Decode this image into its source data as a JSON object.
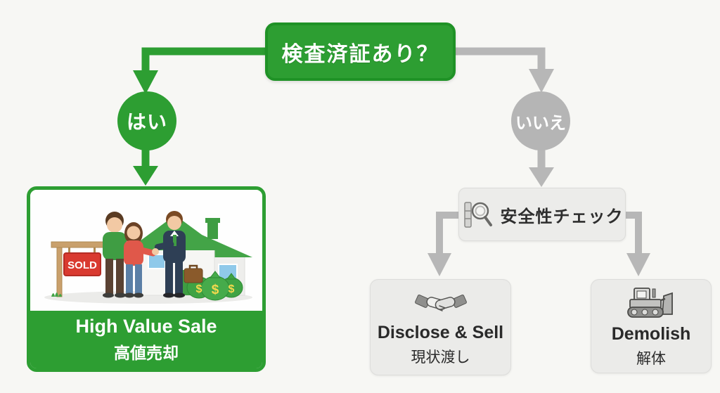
{
  "diagram": {
    "decision": {
      "label": "検査済証あり？"
    },
    "branch_yes": {
      "label": "はい"
    },
    "branch_no": {
      "label": "いいえ"
    },
    "outcome_sale": {
      "label_en": "High Value Sale",
      "label_ja": "高値売却",
      "sold_sign": "SOLD",
      "dollar_sign": "$"
    },
    "safety_check": {
      "label": "安全性チェック",
      "icon": "magnifier-inspection-icon"
    },
    "outcome_disclose": {
      "label_en": "Disclose & Sell",
      "label_ja": "現状渡し",
      "icon": "handshake-icon"
    },
    "outcome_demolish": {
      "label_en": "Demolish",
      "label_ja": "解体",
      "icon": "bulldozer-icon"
    }
  },
  "colors": {
    "green": "#2d9e32",
    "green_dark_border": "#1f9226",
    "gray_connector": "#b7b7b7",
    "gray_circle": "#b5b5b5",
    "gray_box": "#ebebe9",
    "text_dark": "#2a2a2a",
    "background": "#f7f7f4",
    "sold_red": "#d93a30",
    "money_bag_green": "#3fa344"
  }
}
